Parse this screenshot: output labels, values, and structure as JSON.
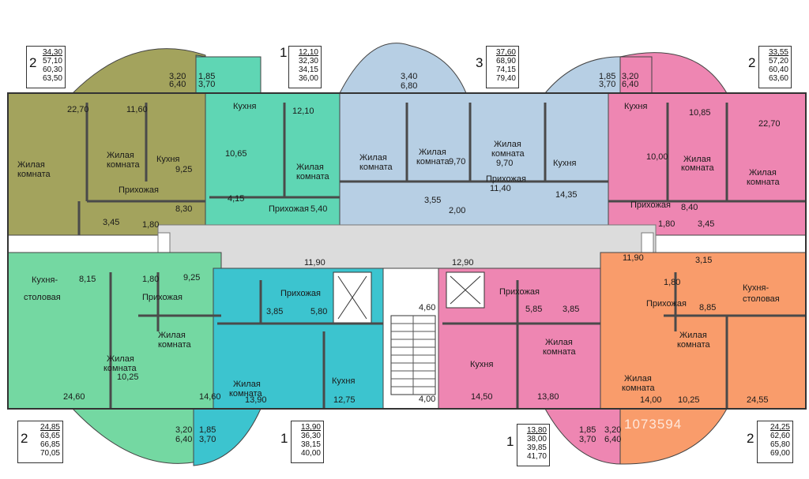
{
  "colors": {
    "olive": "#a3a35d",
    "mint": "#5fd6b4",
    "teal": "#3cc4cf",
    "blue": "#b7cfe4",
    "pink": "#ee86b2",
    "orange": "#f99c6b",
    "green_mint": "#74d8a2",
    "green": "#6dd39a",
    "corridor": "#dcdcdc",
    "wall": "#4a4a4a"
  },
  "summaries": {
    "top_left": {
      "rooms": "2",
      "areas": [
        "34,30",
        "57,10",
        "60,30",
        "63,50"
      ]
    },
    "top_c1": {
      "rooms": "1",
      "areas": [
        "12,10",
        "32,30",
        "34,15",
        "36,00"
      ]
    },
    "top_c2": {
      "rooms": "3",
      "areas": [
        "37,60",
        "68,90",
        "74,15",
        "79,40"
      ]
    },
    "top_right": {
      "rooms": "2",
      "areas": [
        "33,55",
        "57,20",
        "60,40",
        "63,60"
      ]
    },
    "bot_left": {
      "rooms": "2",
      "areas": [
        "24,85",
        "63,65",
        "66,85",
        "70,05"
      ]
    },
    "bot_c1": {
      "rooms": "1",
      "areas": [
        "13,90",
        "36,30",
        "38,15",
        "40,00"
      ]
    },
    "bot_c2": {
      "rooms": "1",
      "areas": [
        "13,80",
        "38,00",
        "39,85",
        "41,70"
      ]
    },
    "bot_right": {
      "rooms": "2",
      "areas": [
        "24,25",
        "62,60",
        "65,80",
        "69,00"
      ]
    }
  },
  "labels": {
    "room": "Жилая",
    "room2": "комната",
    "kitchen": "Кухня",
    "hall": "Прихожая",
    "kd1": "Кухня-",
    "kd2": "столовая"
  },
  "areas": {
    "a1": "22,70",
    "a2": "11,60",
    "a3": "9,25",
    "a4": "8,30",
    "a5": "3,45",
    "a6": "1,80",
    "a7": "3,20",
    "a8": "6,40",
    "a9": "1,85",
    "a10": "3,70",
    "a11": "10,65",
    "a12": "12,10",
    "a13": "4,15",
    "a14": "5,40",
    "a15": "3,40",
    "a16": "6,80",
    "a17": "9,70",
    "a18": "9,70",
    "a19": "11,40",
    "a20": "3,55",
    "a21": "2,00",
    "a22": "14,35",
    "a23": "1,85",
    "a24": "3,70",
    "a25": "3,20",
    "a26": "6,40",
    "a27": "10,85",
    "a28": "22,70",
    "a29": "10,00",
    "a30": "8,40",
    "a31": "1,80",
    "a32": "3,45",
    "c1": "11,90",
    "c2": "12,90",
    "c3": "11,90",
    "b1": "8,15",
    "b2": "1,80",
    "b3": "9,25",
    "b4": "24,60",
    "b5": "10,25",
    "b6": "14,60",
    "b7": "3,20",
    "b8": "6,40",
    "b9": "1,85",
    "b10": "3,70",
    "b11": "3,85",
    "b12": "5,80",
    "b13": "13,90",
    "b14": "12,75",
    "b15": "4,60",
    "b16": "4,00",
    "b17": "5,85",
    "b18": "3,85",
    "b19": "14,50",
    "b20": "13,80",
    "b21": "1,85",
    "b22": "3,70",
    "b23": "3,20",
    "b24": "6,40",
    "b25": "3,15",
    "b26": "1,80",
    "b27": "8,85",
    "b28": "14,00",
    "b29": "10,25",
    "b30": "24,55"
  },
  "watermark": "1073594"
}
